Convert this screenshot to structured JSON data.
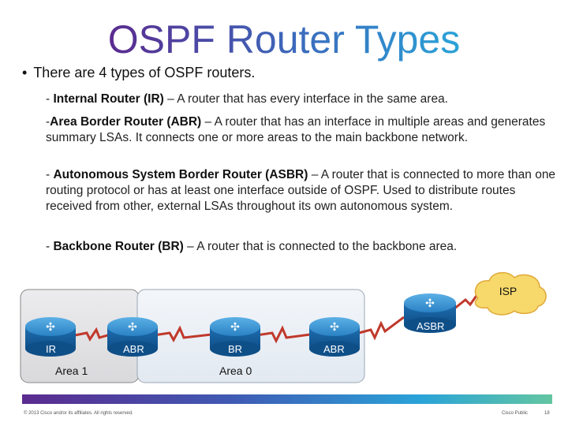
{
  "slide": {
    "title": "OSPF Router Types",
    "bullet": "There are 4 types of OSPF routers.",
    "items": [
      {
        "prefix": "- ",
        "term": "Internal Router (IR)",
        "desc": " – A router that has every interface in the same area."
      },
      {
        "prefix": "-",
        "term": "Area Border Router (ABR)",
        "desc": " – A router that has an interface in multiple areas and generates summary LSAs. It connects one or more areas to the main backbone network."
      },
      {
        "prefix": "- ",
        "term": "Autonomous System Border Router (ASBR)",
        "desc": " – A router that is connected to more than one routing protocol or has at least one interface outside of OSPF. Used to distribute routes received from other, external LSAs throughout its own autonomous system."
      },
      {
        "prefix": "- ",
        "term": "Backbone Router (BR)",
        "desc": " – A router that is connected to the backbone area."
      }
    ]
  },
  "diagram": {
    "routers": [
      "IR",
      "ABR",
      "BR",
      "ABR",
      "ASBR"
    ],
    "areas": [
      "Area 1",
      "Area 0"
    ],
    "cloud": "ISP",
    "colors": {
      "router": "#1f6fb2",
      "link": "#c0392b",
      "cloud": "#f7d96b",
      "area1": "#e4e4e6",
      "area0": "#eef3f8"
    }
  },
  "footer": {
    "copyright": "© 2013 Cisco and/or its affiliates. All rights reserved.",
    "classification": "Cisco Public",
    "page": "18"
  }
}
